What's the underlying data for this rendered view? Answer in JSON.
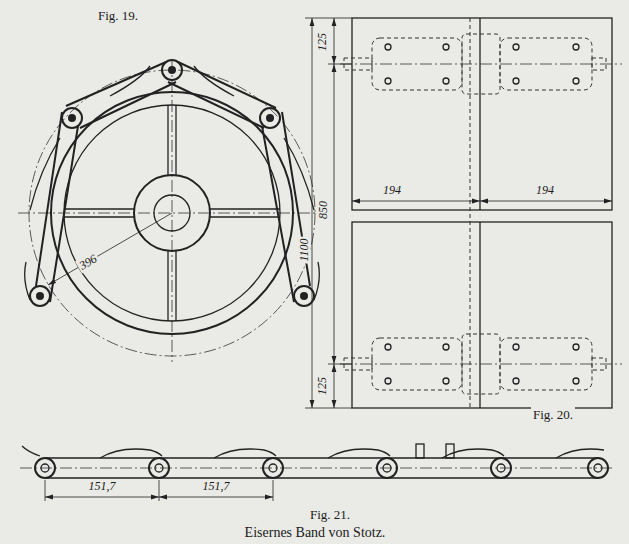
{
  "diagram": {
    "caption": "Eisernes Band von Stotz.",
    "labels": [
      "Fig. 19.",
      "125",
      "194",
      "194",
      "850",
      "1100",
      "396",
      "125",
      "Fig. 20.",
      "151,7",
      "151,7",
      "Fig. 21."
    ]
  }
}
